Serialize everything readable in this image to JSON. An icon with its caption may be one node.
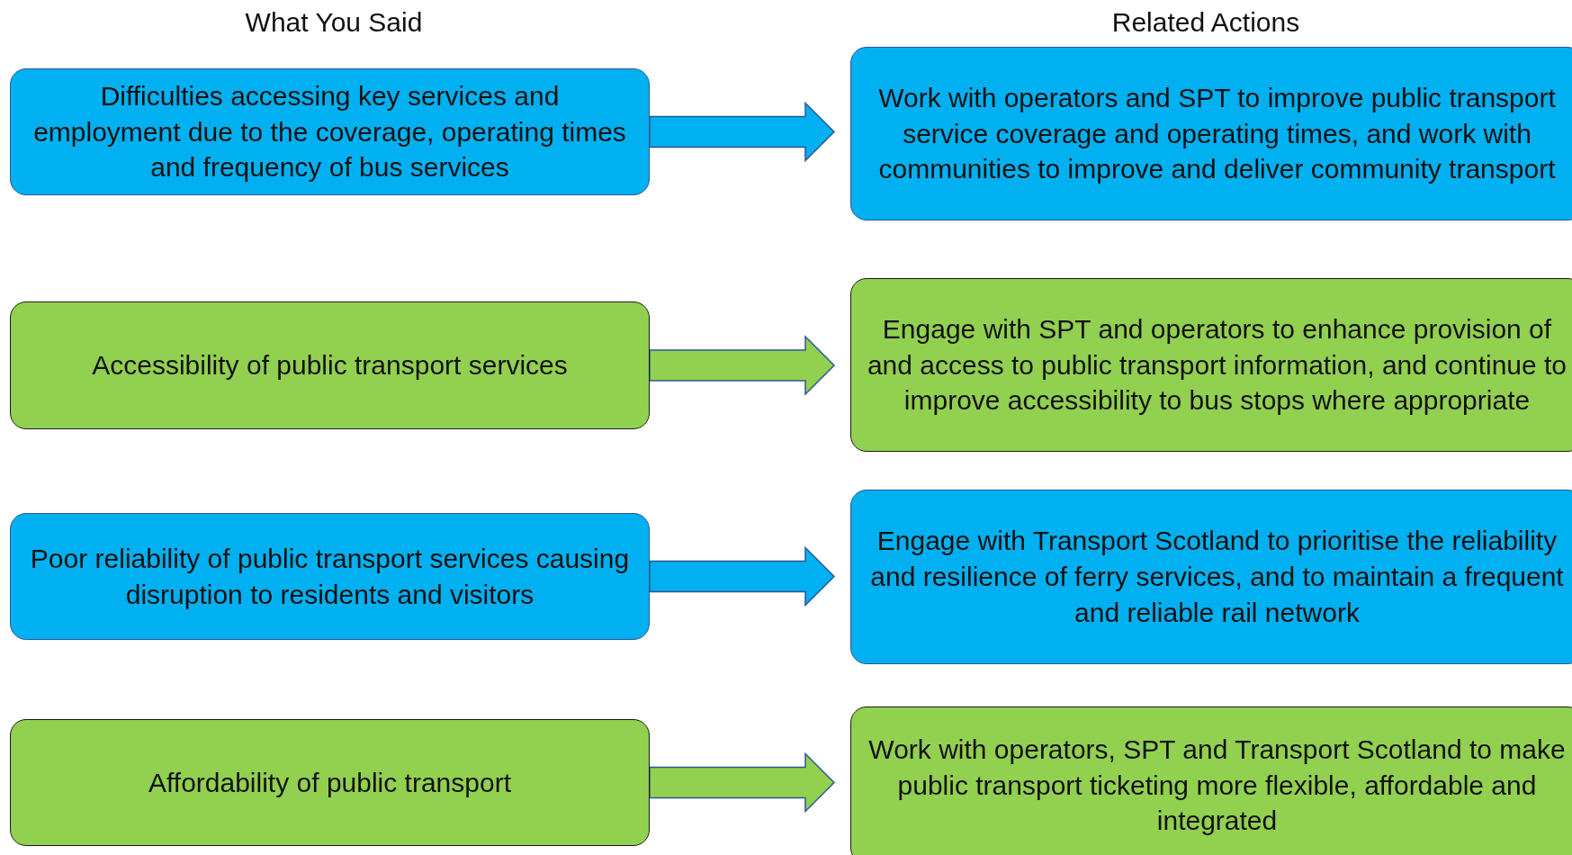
{
  "diagram": {
    "nodes": [
      {
        "text": [
          "Difficulties accessing key services and employment due to the coverage, operating times and frequency of bus services"
        ]
      },
      {
        "text": [
          "Work with operators and SPT to improve public transport service coverage and operating times, and work with communities to improve and deliver community transport"
        ]
      },
      {
        "text": [
          "Accessibility of public transport services"
        ]
      },
      {
        "text": [
          "Engage with SPT and operators to enhance provision of and access to public transport information, and continue to improve accessibility to bus stops where appropriate"
        ]
      },
      {
        "text": [
          "Poor reliability of public transport services causing disruption to residents and visitors"
        ]
      },
      {
        "text": [
          "Engage with Transport Scotland to prioritise the reliability and resilience of ferry services, and to maintain a frequent and reliable rail network"
        ]
      },
      {
        "text": [
          "Affordability of public transport"
        ]
      },
      {
        "text": [
          "Work with operators, SPT and Transport Scotland to make public transport ticketing more flexible, affordable and integrated"
        ]
      }
    ],
    "edges": [
      {
        "from": 0,
        "to": 1,
        "arrow": "to",
        "color": "#00b0f0"
      },
      {
        "from": 2,
        "to": 3,
        "arrow": "to",
        "color": "#92d050"
      },
      {
        "from": 4,
        "to": 5,
        "arrow": "to",
        "color": "#00b0f0"
      },
      {
        "from": 6,
        "to": 7,
        "arrow": "to",
        "color": "#92d050"
      }
    ],
    "labels": [
      "What You Said",
      "Related Actions"
    ]
  }
}
